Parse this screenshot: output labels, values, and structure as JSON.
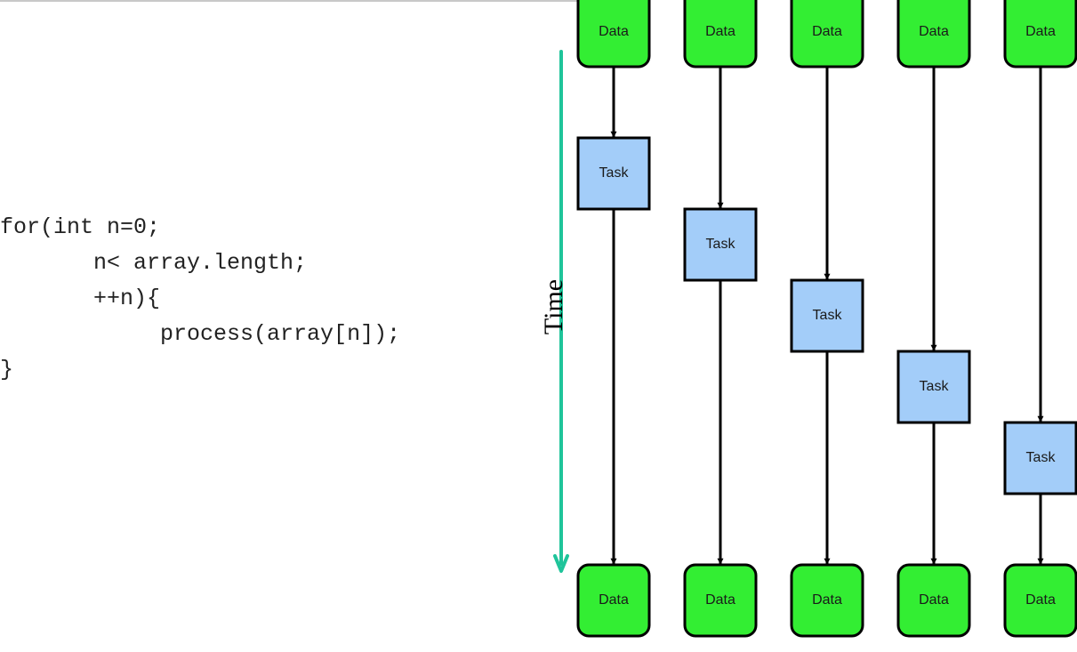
{
  "code": {
    "lines": [
      "for(int n=0;",
      "       n< array.length;",
      "       ++n){",
      "            process(array[n]);",
      "}"
    ]
  },
  "time_axis": {
    "label": "Time",
    "color": "#1fc49a"
  },
  "lanes": [
    {
      "input_label": "Data",
      "task_label": "Task",
      "output_label": "Data"
    },
    {
      "input_label": "Data",
      "task_label": "Task",
      "output_label": "Data"
    },
    {
      "input_label": "Data",
      "task_label": "Task",
      "output_label": "Data"
    },
    {
      "input_label": "Data",
      "task_label": "Task",
      "output_label": "Data"
    },
    {
      "input_label": "Data",
      "task_label": "Task",
      "output_label": "Data"
    }
  ],
  "colors": {
    "data_fill": "#33ee33",
    "task_fill": "#a3cdf9",
    "stroke": "#000000"
  }
}
